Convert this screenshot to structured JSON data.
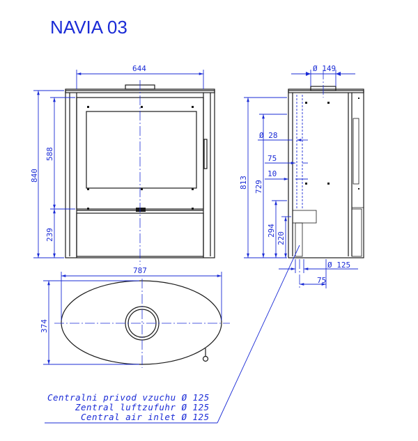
{
  "title": "NAVIA 03",
  "front_view": {
    "width": "644",
    "height_total": "840",
    "height_glass": "588",
    "height_base": "239"
  },
  "side_view": {
    "flue_diameter": "Ø 149",
    "height_total": "813",
    "height_outlet": "729",
    "height_inlet_top": "294",
    "height_inlet_center": "220",
    "diameter_small": "Ø 28",
    "offset_75": "75",
    "offset_10": "10",
    "inlet_diameter": "Ø 125",
    "inlet_offset": "75"
  },
  "top_view": {
    "width": "787",
    "depth": "374"
  },
  "notes": [
    "Centralni privod vzuchu Ø 125",
    "Zentral luftzufuhr Ø 125",
    "Central air inlet Ø 125"
  ]
}
